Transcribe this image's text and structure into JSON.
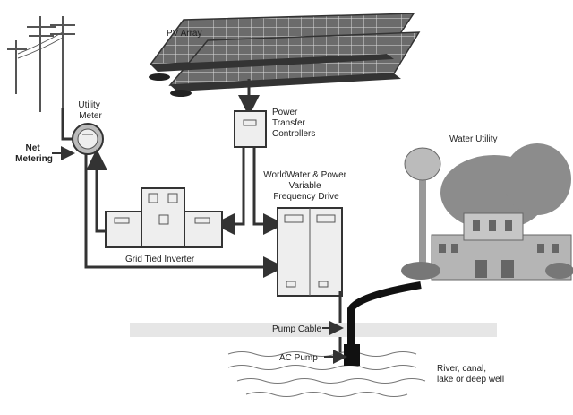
{
  "labels": {
    "pv_array": "PV Array",
    "utility_meter": [
      "Utility",
      "Meter"
    ],
    "net_metering": [
      "Net",
      "Metering"
    ],
    "power_transfer_controllers": [
      "Power",
      "Transfer",
      "Controllers"
    ],
    "water_utility": "Water Utility",
    "vfd": [
      "WorldWater & Power",
      "Variable",
      "Frequency Drive"
    ],
    "grid_tied_inverter": "Grid Tied Inverter",
    "pump_cable": "Pump Cable",
    "ac_pump": "AC Pump",
    "water_source": [
      "River, canal,",
      "lake or deep well"
    ]
  },
  "colors": {
    "line": "#333333",
    "panel": "#6b6b6b",
    "equipment": "#ededed",
    "ground": "#e6e6e6",
    "tree": "#8c8c8c",
    "building": "#b5b5b5"
  },
  "icons": {
    "pole": "utility-pole-icon",
    "meter": "utility-meter-icon",
    "tower": "water-tower-icon"
  }
}
